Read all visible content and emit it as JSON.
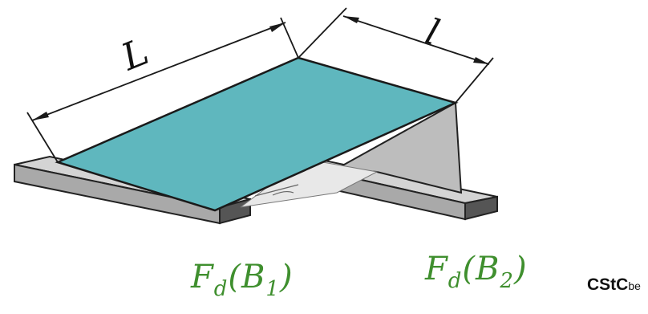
{
  "dimensions": {
    "length_label": "L",
    "width_label": "l"
  },
  "forces": {
    "left": {
      "main": "F",
      "sub1": "d",
      "open": "(B",
      "sub2": "1",
      "close": ")"
    },
    "right": {
      "main": "F",
      "sub1": "d",
      "open": "(B",
      "sub2": "2",
      "close": ")"
    }
  },
  "logo": {
    "main": "CStC",
    "suffix": "be"
  },
  "colors": {
    "panel": "#5fb7be",
    "force_label": "#3f8f2e",
    "beam_top": "#d4d4d4",
    "beam_front": "#a9a9a9",
    "beam_end": "#555555",
    "support_plate": "#bdbdbd"
  }
}
